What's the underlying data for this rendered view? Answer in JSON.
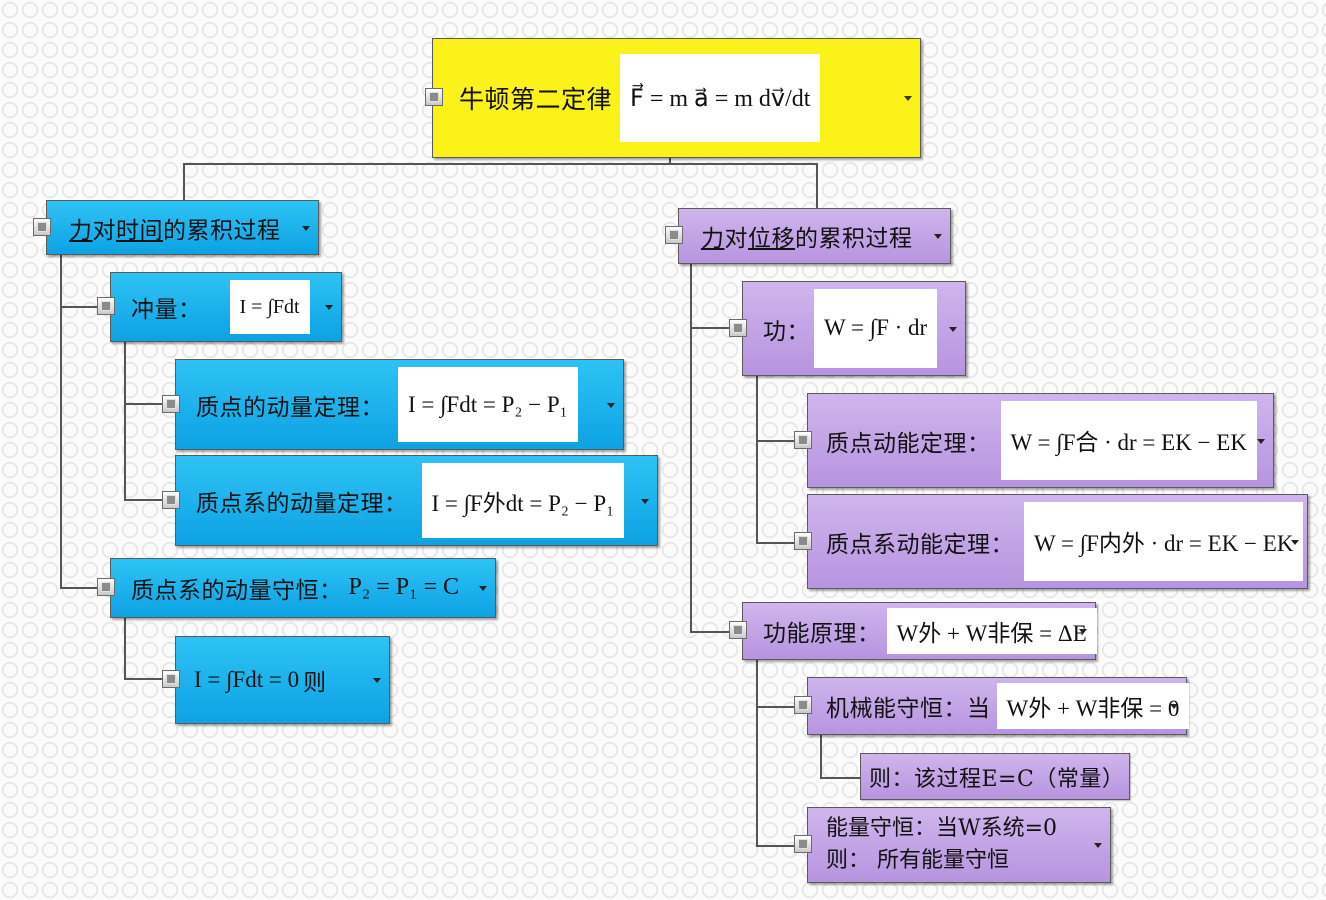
{
  "root": {
    "label": "牛顿第二定律",
    "formula": "F⃗ = m a⃗ = m dv⃗/dt"
  },
  "left": {
    "title": {
      "u1": "力",
      "mid": "对",
      "u2": "时间",
      "rest": "的累积过程"
    },
    "impulse": {
      "label": "冲量：",
      "formula": "I = ∫Fdt"
    },
    "momentum_theorem": {
      "label": "质点的动量定理：",
      "formula": "I = ∫Fdt = P₂ − P₁"
    },
    "system_momentum_theorem": {
      "label": "质点系的动量定理：",
      "formula": "I = ∫F外dt = P₂ − P₁"
    },
    "momentum_conservation": {
      "label": "质点系的动量守恒：",
      "formula": "P₂ = P₁ = C"
    },
    "condition": {
      "formula": "I = ∫Fdt = 0",
      "suffix": "则"
    }
  },
  "right": {
    "title": {
      "u1": "力",
      "mid": "对",
      "u2": "位移",
      "rest": "的累积过程"
    },
    "work": {
      "label": "功：",
      "formula": "W = ∫F · dr"
    },
    "kinetic_theorem": {
      "label": "质点动能定理：",
      "formula": "W = ∫F合 · dr = EK − EK"
    },
    "system_kinetic_theorem": {
      "label": "质点系动能定理：",
      "formula": "W = ∫F内外 · dr = EK − EK"
    },
    "work_energy_principle": {
      "label": "功能原理：",
      "formula": "W外 + W非保 = ΔE"
    },
    "mech_conservation": {
      "label": "机械能守恒：当",
      "formula": "W外 + W非保 = 0"
    },
    "then_process": {
      "label": "则：该过程E=C（常量）"
    },
    "energy_conservation": {
      "line1": "能量守恒：当W系统=0",
      "line2": "则： 所有能量守恒"
    }
  },
  "colors": {
    "root": "#fbf21a",
    "left": "#17aeea",
    "right": "#c4a4e8"
  }
}
